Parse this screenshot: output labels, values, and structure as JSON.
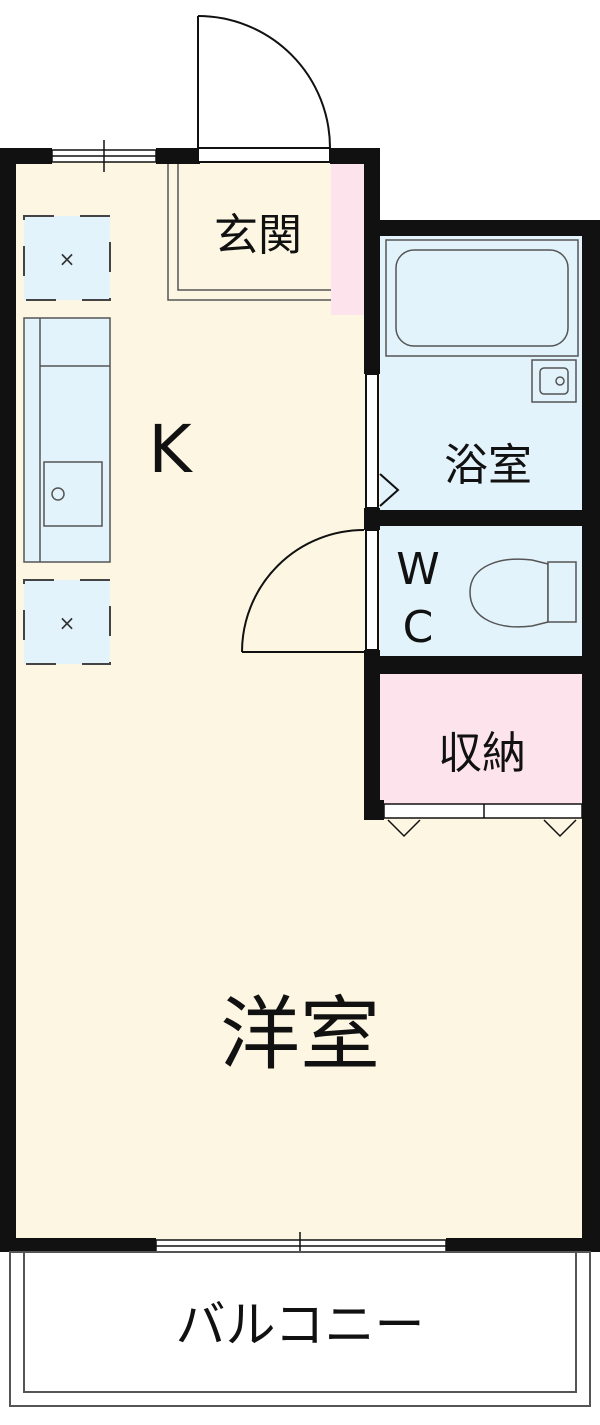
{
  "rooms": {
    "entrance": "玄関",
    "kitchen": "K",
    "bath": "浴室",
    "wc_top": "W",
    "wc_bottom": "C",
    "storage": "収納",
    "western_room": "洋室",
    "balcony": "バルコニー"
  },
  "colors": {
    "floor": "#fdf6e2",
    "wet_area": "#e3f3fb",
    "storage": "#fde4ec",
    "walls": "#111111",
    "fixture_stroke": "#555555"
  },
  "icons": {
    "ventilation": "ventilation-fan-icon",
    "sink": "sink-icon",
    "toilet": "toilet-icon",
    "bathtub": "bathtub-icon"
  }
}
